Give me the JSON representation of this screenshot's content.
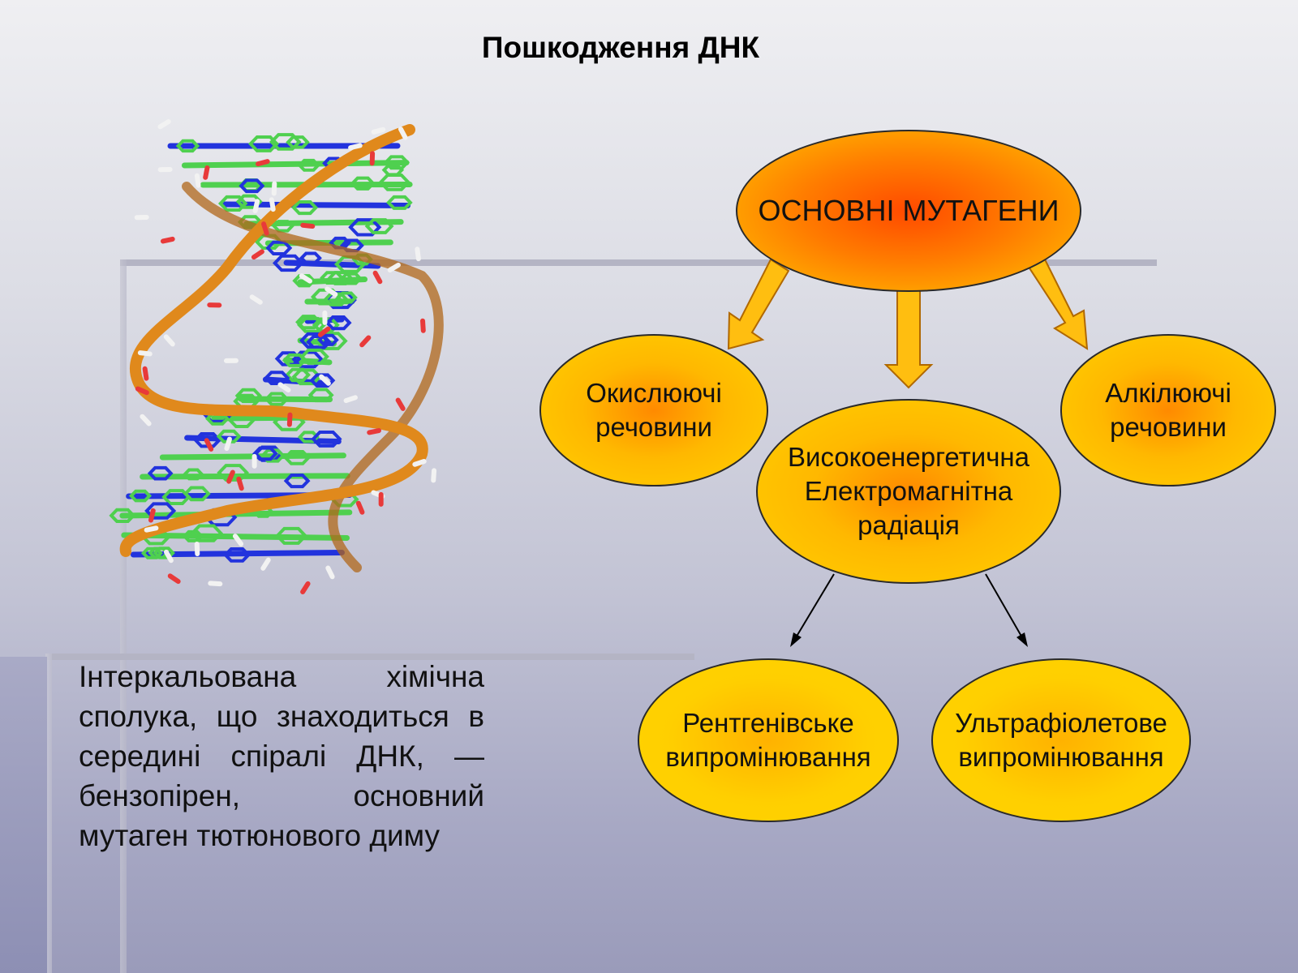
{
  "title": "Пошкодження ДНК",
  "caption": "Інтеркальована хімічна сполука, що знаходиться в середині спіралі ДНК, — бензопірен, основний мутаген тютюнового диму",
  "diagram": {
    "root": "ОСНОВНІ МУТАГЕНИ",
    "oxidizing": "Окислюючі речовини",
    "radiation": "Високоенергетична Електромагнітна радіація",
    "alkylating": "Алкілюючі речовини",
    "xray": "Рентгенівське випромінювання",
    "uv": "Ультрафіолетове випромінювання"
  },
  "image": {
    "icon": "dna-double-helix-model"
  },
  "colors": {
    "strand": "#e0891c",
    "carbon": "#4fd04f",
    "nitrogen": "#2233dd",
    "oxygen": "#e83a3a",
    "node_border": "#2a2a2a"
  }
}
